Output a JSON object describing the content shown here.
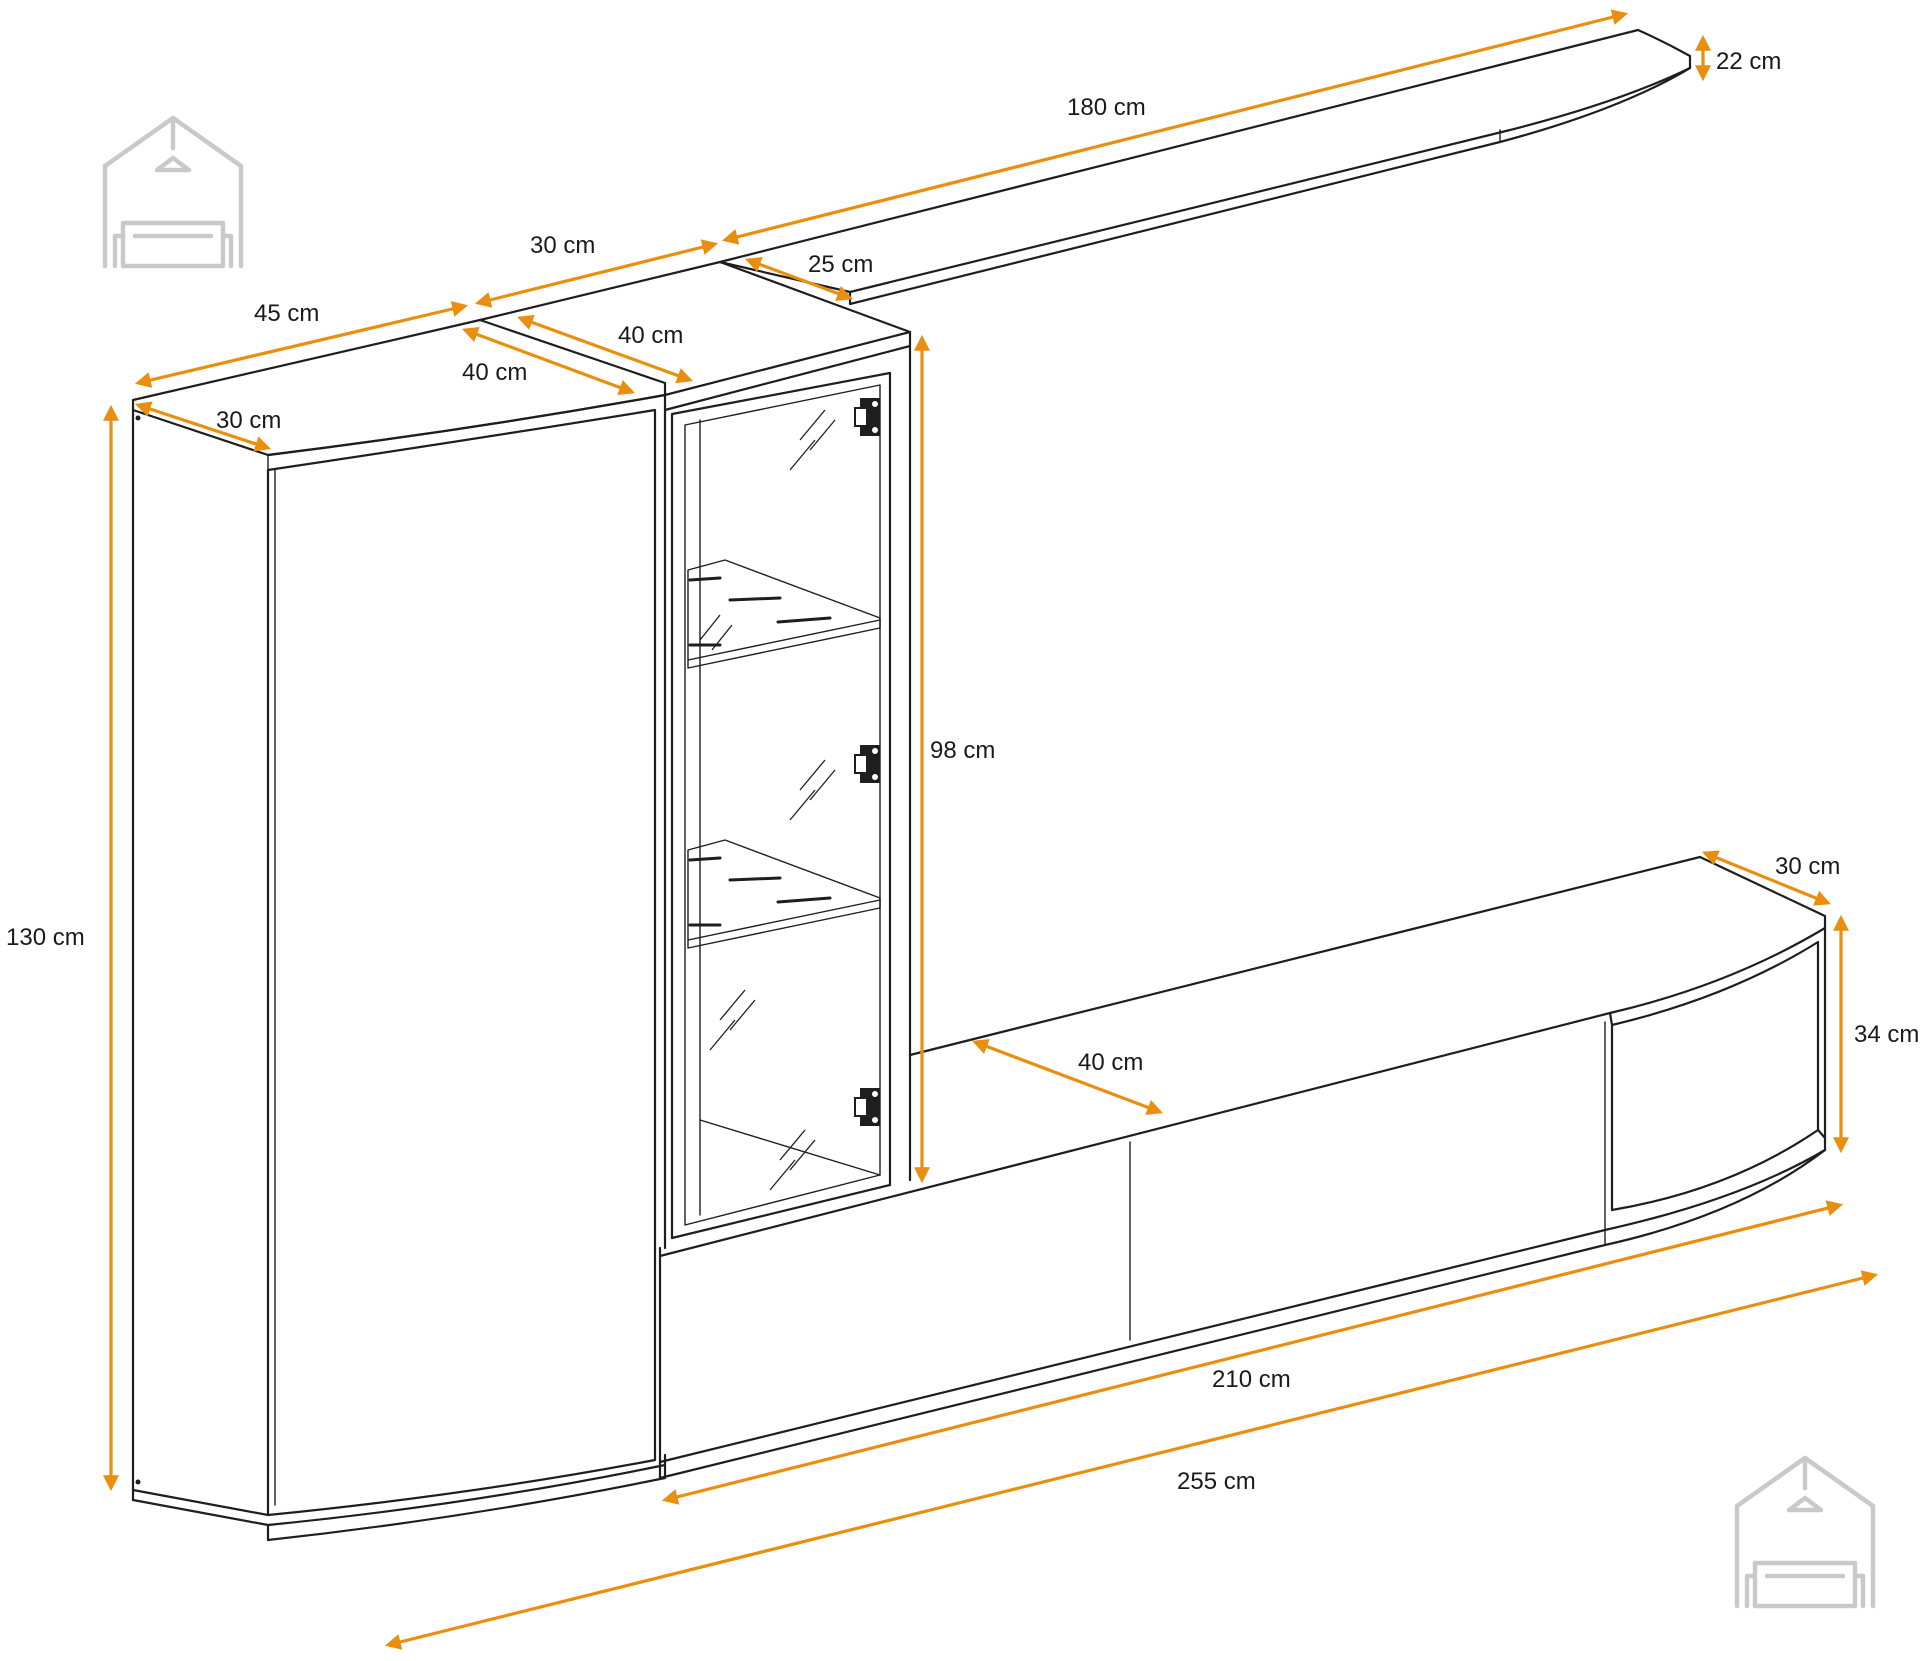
{
  "diagram": {
    "colors": {
      "dimension": "#e98e0f",
      "outline": "#1e1e1e",
      "watermark": "#c9c9c9"
    },
    "watermark_icon": "house-sofa-icon",
    "dimensions": {
      "shelf_width": "180 cm",
      "shelf_height": "22 cm",
      "shelf_depth": "25 cm",
      "top_segment_right": "30 cm",
      "top_segment_left": "45 cm",
      "glass_cabinet_depth": "40 cm",
      "tall_cabinet_depth": "40 cm",
      "tall_cabinet_side": "30 cm",
      "glass_cabinet_height": "98 cm",
      "tall_cabinet_height": "130 cm",
      "lowboard_side_depth": "30 cm",
      "lowboard_height": "34 cm",
      "lowboard_depth": "40 cm",
      "lowboard_width": "210 cm",
      "total_width": "255 cm"
    }
  }
}
